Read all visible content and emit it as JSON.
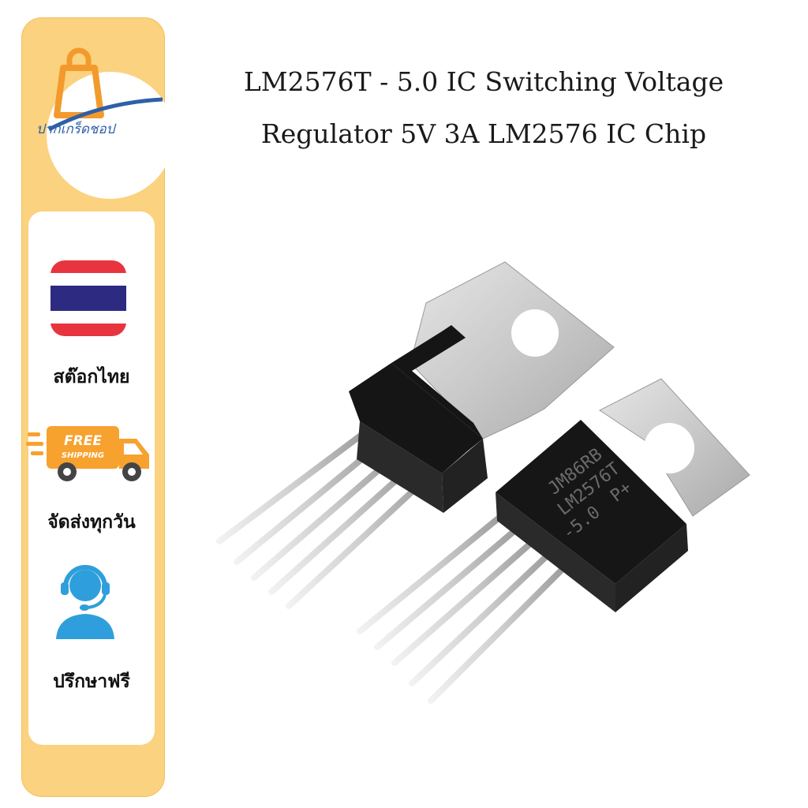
{
  "shop": {
    "name": "ปากเกร็ดชอป"
  },
  "features": {
    "stock_label": "สต๊อกไทย",
    "shipping_badge_line1": "FREE",
    "shipping_badge_line2": "SHIPPING",
    "shipping_label": "จัดส่งทุกวัน",
    "consult_label": "ปรึกษาฟรี"
  },
  "product": {
    "title_line1": "LM2576T - 5.0 IC Switching Voltage",
    "title_line2": "Regulator 5V 3A LM2576 IC Chip",
    "chip_marking_line1": "JM86RB",
    "chip_marking_line2": "LM2576T",
    "chip_marking_line3": "-5.0",
    "chip_marking_line4": "P+"
  },
  "colors": {
    "sidebar": "#fbd27f",
    "logo_orange": "#f39a2d",
    "logo_blue": "#2f5fa8",
    "flag_red": "#e8343f",
    "flag_blue": "#2d2a82",
    "truck_orange": "#f7a12e",
    "support_blue": "#2e9fdc"
  },
  "icons": [
    "shopping-bag-icon",
    "thai-flag-icon",
    "delivery-truck-icon",
    "headset-support-icon"
  ]
}
